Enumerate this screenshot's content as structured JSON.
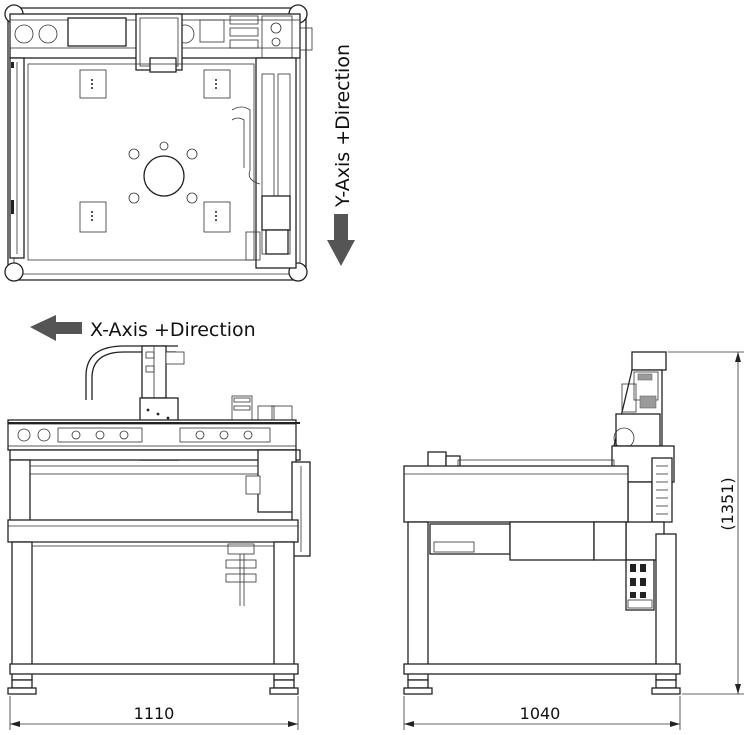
{
  "labels": {
    "y_axis_direction": "Y-Axis +Direction",
    "x_axis_direction": "X-Axis +Direction"
  },
  "dimensions": {
    "front_width": "1110",
    "side_width": "1040",
    "height": "(1351)"
  },
  "colors": {
    "line": "#222222",
    "arrow": "#555555",
    "background": "#ffffff"
  }
}
